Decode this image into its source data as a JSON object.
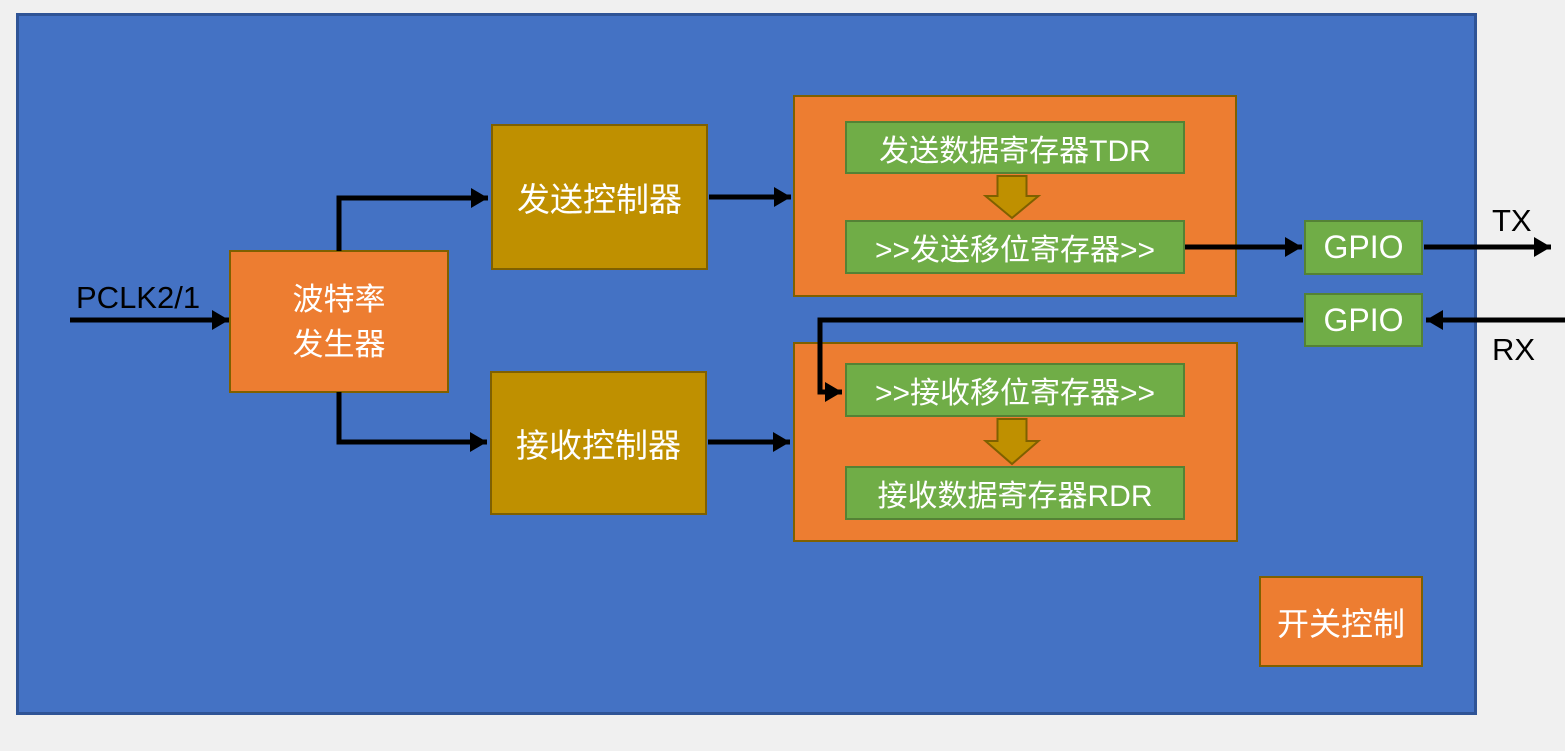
{
  "diagram": {
    "outside_labels": {
      "pclk": "PCLK2/1",
      "tx": "TX",
      "rx": "RX"
    },
    "blocks": {
      "baud_rate_generator_line1": "波特率",
      "baud_rate_generator_line2": "发生器",
      "tx_controller": "发送控制器",
      "rx_controller": "接收控制器",
      "tx_data_register": "发送数据寄存器TDR",
      "tx_shift_register": ">>发送移位寄存器>>",
      "rx_shift_register": ">>接收移位寄存器>>",
      "rx_data_register": "接收数据寄存器RDR",
      "gpio_tx": "GPIO",
      "gpio_rx": "GPIO",
      "switch_control": "开关控制"
    },
    "colors": {
      "page_background": "#f0f0f0",
      "panel_fill": "#4472c4",
      "panel_border": "#2f5496",
      "orange_fill": "#ed7d31",
      "gold_fill": "#bf9000",
      "gold_border": "#7f6000",
      "green_fill": "#70ad47",
      "green_border": "#548235",
      "connector": "#000000",
      "box_text": "#ffffff",
      "label_text": "#000000"
    }
  }
}
